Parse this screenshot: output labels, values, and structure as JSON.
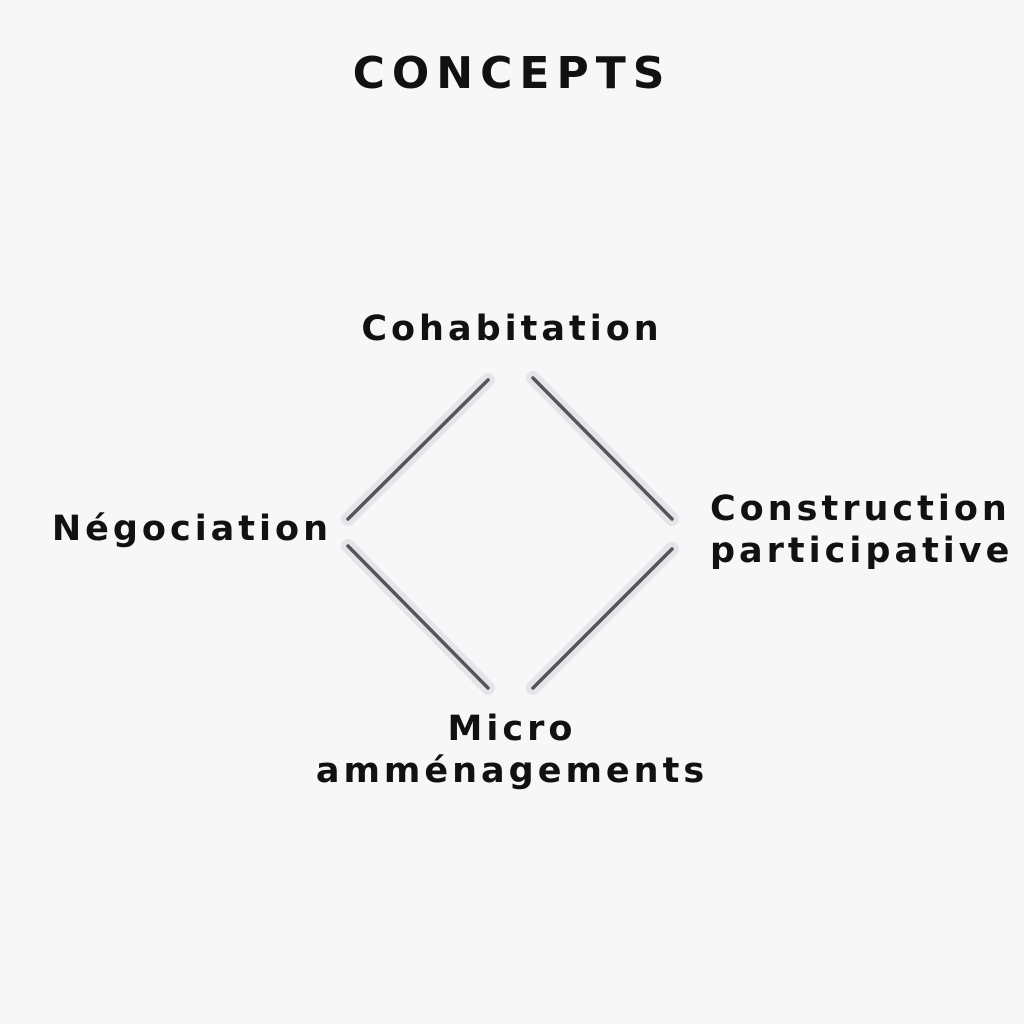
{
  "title": "CONCEPTS",
  "nodes": {
    "top": "Cohabitation",
    "left": "Négociation",
    "right": [
      "Construction",
      "participative"
    ],
    "bottom": [
      "Micro",
      "amménagements"
    ]
  },
  "colors": {
    "background": "#f7f7f7",
    "text": "#111111",
    "edge": "#555555"
  }
}
